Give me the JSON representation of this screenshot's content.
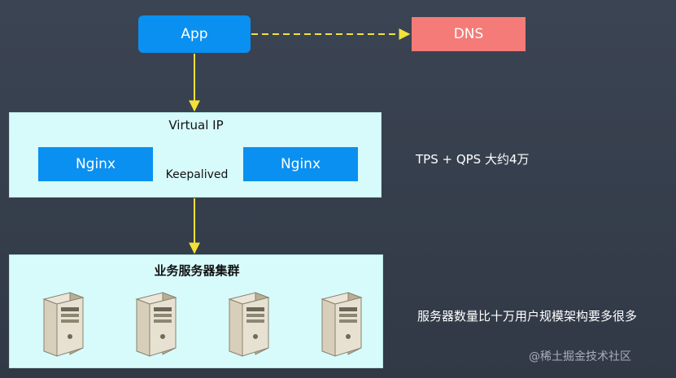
{
  "app_label": "App",
  "dns_label": "DNS",
  "virtual_ip_label": "Virtual IP",
  "nginx_left_label": "Nginx",
  "nginx_right_label": "Nginx",
  "keepalived_label": "Keepalived",
  "cluster_label": "业务服务器集群",
  "tps_note": "TPS + QPS 大约4万",
  "scale_note": "服务器数量比十万用户规模架构要多很多",
  "watermark": "@稀土掘金技术社区",
  "server_count": 4,
  "colors": {
    "node_blue": "#0a90f0",
    "dns_red": "#f47b78",
    "panel_cyan": "#d7fbfb",
    "arrow_yellow": "#f3e13a",
    "keepalived_arrow": "#1f4f78"
  },
  "icons": [
    "server-icon"
  ]
}
